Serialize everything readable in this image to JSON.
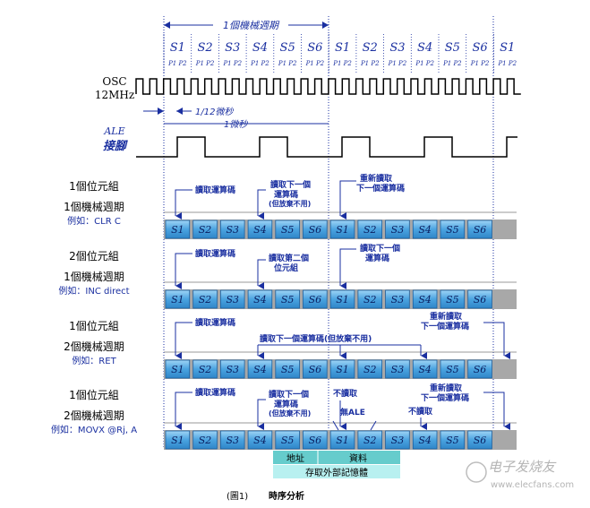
{
  "header": {
    "machine_cycle_label": "1個機械週期",
    "states": [
      "S1",
      "S2",
      "S3",
      "S4",
      "S5",
      "S6",
      "S1",
      "S2",
      "S3",
      "S4",
      "S5",
      "S6",
      "S1"
    ],
    "phase_label": "P1 P2"
  },
  "osc": {
    "label_line1": "OSC",
    "label_line2": "12MHz",
    "microsec_1_12": "1/12微秒",
    "microsec_1": "1微秒"
  },
  "ale": {
    "label_line1": "ALE",
    "label_line2": "接腳"
  },
  "rows": [
    {
      "desc": [
        "1個位元組",
        "1個機械週期",
        "例如：CLR  C"
      ],
      "states": [
        "S1",
        "S2",
        "S3",
        "S4",
        "S5",
        "S6",
        "S1",
        "S2",
        "S3",
        "S4",
        "S5",
        "S6"
      ],
      "notes": {
        "read_opcode": "讀取運算碼",
        "read_next_1": "讀取下一個",
        "read_next_2": "運算碼",
        "read_next_3": "(但放棄不用)",
        "reread_1": "重新讀取",
        "reread_2": "下一個運算碼"
      }
    },
    {
      "desc": [
        "2個位元組",
        "1個機械週期",
        "例如：INC  direct"
      ],
      "states": [
        "S1",
        "S2",
        "S3",
        "S4",
        "S5",
        "S6",
        "S1",
        "S2",
        "S3",
        "S4",
        "S5",
        "S6"
      ],
      "notes": {
        "read_opcode": "讀取運算碼",
        "read_second_1": "讀取第二個",
        "read_second_2": "位元組",
        "read_next_1": "讀取下一個",
        "read_next_2": "運算碼"
      }
    },
    {
      "desc": [
        "1個位元組",
        "2個機械週期",
        "例如：RET"
      ],
      "states": [
        "S1",
        "S2",
        "S3",
        "S4",
        "S5",
        "S6",
        "S1",
        "S2",
        "S3",
        "S4",
        "S5",
        "S6"
      ],
      "notes": {
        "read_opcode": "讀取運算碼",
        "read_next_discard": "讀取下一個運算碼(但放棄不用)",
        "reread_1": "重新讀取",
        "reread_2": "下一個運算碼"
      }
    },
    {
      "desc": [
        "1個位元組",
        "2個機械週期",
        "例如：MOVX  @Rj, A"
      ],
      "states": [
        "S1",
        "S2",
        "S3",
        "S4",
        "S5",
        "S6",
        "S1",
        "S2",
        "S3",
        "S4",
        "S5",
        "S6"
      ],
      "notes": {
        "read_opcode": "讀取運算碼",
        "read_next_1": "讀取下一個",
        "read_next_2": "運算碼",
        "read_next_3": "(但放棄不用)",
        "no_read_1": "不讀取",
        "no_ale": "無ALE",
        "no_read_2": "不讀取",
        "reread_1": "重新讀取",
        "reread_2": "下一個運算碼"
      }
    }
  ],
  "bus": {
    "address": "地址",
    "data": "資料",
    "access": "存取外部記憶體"
  },
  "caption": {
    "fig": "(圖1)",
    "title": "時序分析"
  },
  "watermark": {
    "cn": "电子发烧友",
    "url": "www.elecfans.com"
  },
  "colors": {
    "blue_box": "#4aa3e0",
    "blue_text": "#1a2fa0",
    "gray_band": "#a8a8a8",
    "teal": "#66cccc"
  }
}
